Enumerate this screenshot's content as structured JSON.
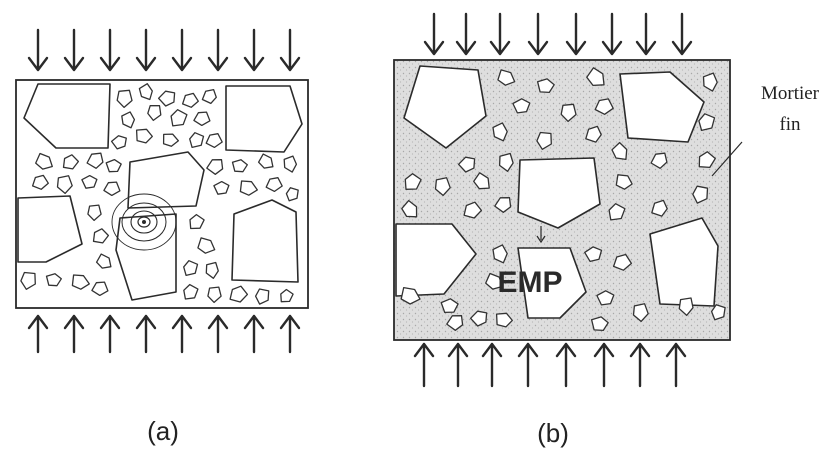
{
  "labels": {
    "panel_a": "(a)",
    "panel_b": "(b)",
    "mortar_line1": "Mortier",
    "mortar_line2": "fin",
    "emp": "EMP"
  },
  "colors": {
    "ink": "#2a2a2a",
    "mortar_fill": "#d9d9d9",
    "background": "#ffffff"
  }
}
